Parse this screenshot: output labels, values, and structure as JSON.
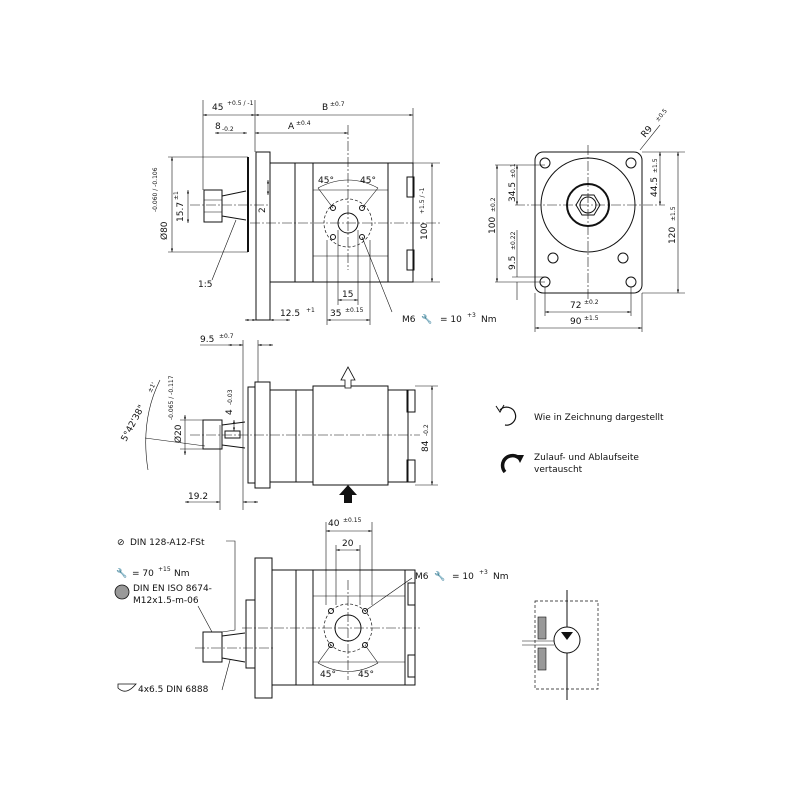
{
  "top_view": {
    "dim_45": "45",
    "dim_45_tol": "+0.5 / -1",
    "dim_B": "B",
    "dim_B_tol": "±0.7",
    "dim_A": "A",
    "dim_A_tol": "±0.4",
    "dim_8": "8",
    "dim_8_tol": "-0.2",
    "dim_80": "Ø80",
    "dim_80_tol": "-0.060 / -0.106",
    "dim_15_7": "15.7",
    "dim_15_7_tol": "±1",
    "dim_2": "2",
    "taper": "1:5",
    "angle_1": "45°",
    "angle_2": "45°",
    "dim_100": "100",
    "dim_100_tol": "+1.5 / -1",
    "dim_12_5": "12.5",
    "dim_12_5_tol": "+1",
    "dim_15": "15",
    "dim_35": "35",
    "dim_35_tol": "±0.15",
    "thread": "M6",
    "torque": "= 10",
    "torque_tol": "+3",
    "torque_unit": "Nm"
  },
  "front_view": {
    "radius": "R9",
    "radius_tol": "±0.5",
    "dim_34_5": "34.5",
    "dim_34_5_tol": "±0.1",
    "dim_44_5": "44.5",
    "dim_44_5_tol": "±1.5",
    "dim_100": "100",
    "dim_100_tol": "±0.2",
    "dim_120": "120",
    "dim_120_tol": "±1.5",
    "dim_9_5": "9.5",
    "dim_9_5_tol": "±0.22",
    "dim_72": "72",
    "dim_72_tol": "±0.2",
    "dim_90": "90",
    "dim_90_tol": "±1.5"
  },
  "side_view": {
    "dim_9_5": "9.5",
    "dim_9_5_tol": "±0.7",
    "angle": "5°42'38\"",
    "angle_tol": "±1'",
    "dim_20": "Ø20",
    "dim_20_tol": "-0.065 / -0.117",
    "dim_4": "4",
    "dim_4_tol": "-0.03",
    "dim_84": "84",
    "dim_84_tol": "-0.2",
    "dim_19_2": "19.2"
  },
  "legend": {
    "ccw_label": "Wie in Zeichnung dargestellt",
    "cw_label_1": "Zulauf- und Ablaufseite",
    "cw_label_2": "vertauscht"
  },
  "bottom_view": {
    "washer": "DIN 128-A12-FSt",
    "nut_torque": "= 70",
    "nut_torque_tol": "+15",
    "nut_torque_unit": "Nm",
    "nut_1": "DIN EN ISO 8674-",
    "nut_2": "M12x1.5-m-06",
    "key": "4x6.5 DIN 6888",
    "dim_40": "40",
    "dim_40_tol": "±0.15",
    "dim_20": "20",
    "thread": "M6",
    "torque": "= 10",
    "torque_tol": "+3",
    "torque_unit": "Nm",
    "angle_1": "45°",
    "angle_2": "45°"
  }
}
